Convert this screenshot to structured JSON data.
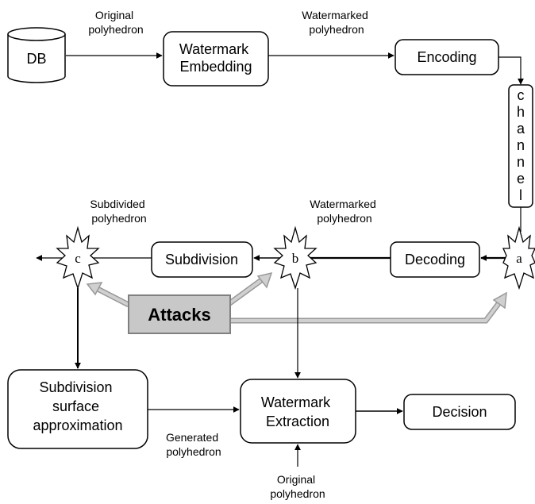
{
  "nodes": {
    "db": "DB",
    "watermark_embedding": [
      "Watermark",
      "Embedding"
    ],
    "encoding": "Encoding",
    "channel": [
      "c",
      "h",
      "a",
      "n",
      "n",
      "e",
      "l"
    ],
    "decoding": "Decoding",
    "subdivision": "Subdivision",
    "subdivision_surface_approximation": [
      "Subdivision",
      "surface",
      "approximation"
    ],
    "watermark_extraction": [
      "Watermark",
      "Extraction"
    ],
    "decision": "Decision",
    "attacks": "Attacks"
  },
  "attack_points": {
    "a": "a",
    "b": "b",
    "c": "c"
  },
  "edge_labels": {
    "original_polyhedron_top": [
      "Original",
      "polyhedron"
    ],
    "watermarked_polyhedron_top": [
      "Watermarked",
      "polyhedron"
    ],
    "subdivided_polyhedron": [
      "Subdivided",
      "polyhedron"
    ],
    "watermarked_polyhedron_mid": [
      "Watermarked",
      "polyhedron"
    ],
    "generated_polyhedron": [
      "Generated",
      "polyhedron"
    ],
    "original_polyhedron_bottom": [
      "Original",
      "polyhedron"
    ]
  }
}
